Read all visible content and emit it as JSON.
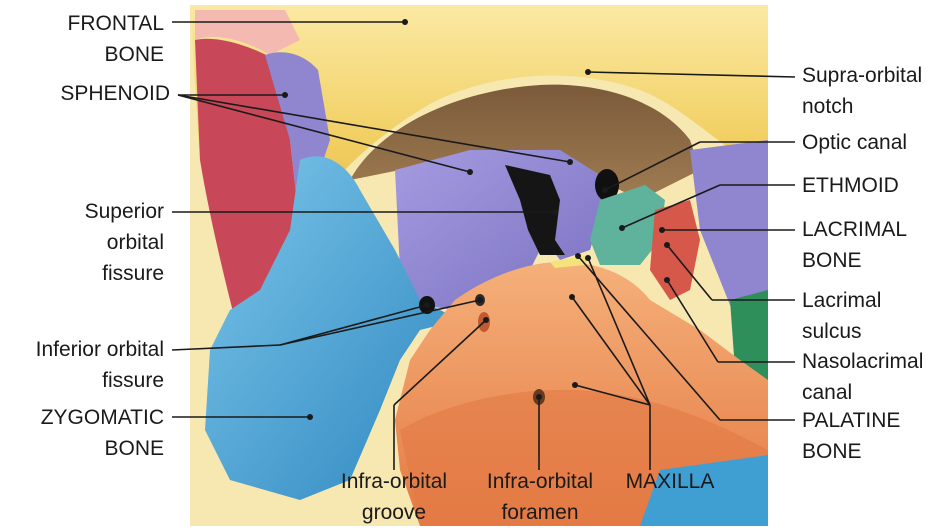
{
  "labels": {
    "frontal_bone": [
      "FRONTAL",
      "BONE"
    ],
    "sphenoid": [
      "SPHENOID"
    ],
    "superior_orbital_fissure": [
      "Superior",
      "orbital",
      "fissure"
    ],
    "inferior_orbital_fissure": [
      "Inferior orbital",
      "fissure"
    ],
    "zygomatic_bone": [
      "ZYGOMATIC",
      "BONE"
    ],
    "infra_orbital_groove": [
      "Infra-orbital",
      "groove"
    ],
    "infra_orbital_foramen": [
      "Infra-orbital",
      "foramen"
    ],
    "maxilla": [
      "MAXILLA"
    ],
    "supra_orbital_notch": [
      "Supra-orbital",
      "notch"
    ],
    "optic_canal": [
      "Optic canal"
    ],
    "ethmoid": [
      "ETHMOID"
    ],
    "lacrimal_bone": [
      "LACRIMAL",
      "BONE"
    ],
    "lacrimal_sulcus": [
      "Lacrimal",
      "sulcus"
    ],
    "nasolacrimal_canal": [
      "Nasolacrimal",
      "canal"
    ],
    "palatine_bone": [
      "PALATINE",
      "BONE"
    ]
  },
  "colors": {
    "frontal": "#f3d36b",
    "sphenoid": "#8f86cf",
    "zygomatic": "#3f9fd3",
    "maxilla": "#ee8a55",
    "ethmoid": "#5fb39c",
    "lacrimal": "#d6584a",
    "temporal": "#c8475a",
    "orbit_roof": "#8a6842"
  }
}
